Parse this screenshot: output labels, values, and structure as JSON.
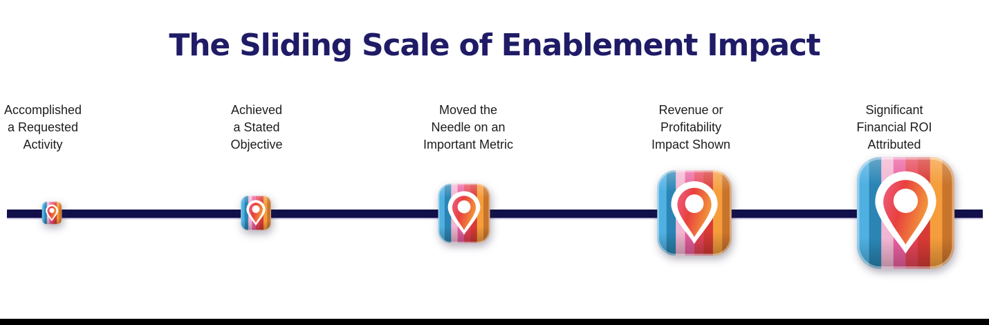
{
  "title": "The Sliding Scale of Enablement Impact",
  "milestones": [
    {
      "label": "Accomplished\na Requested\nActivity",
      "icon": "location-pin-icon",
      "size": "xs"
    },
    {
      "label": "Achieved\na Stated\nObjective",
      "icon": "location-pin-icon",
      "size": "sm"
    },
    {
      "label": "Moved the\nNeedle on an\nImportant Metric",
      "icon": "location-pin-icon",
      "size": "md"
    },
    {
      "label": "Revenue or\nProfitability\nImpact Shown",
      "icon": "location-pin-icon",
      "size": "lg"
    },
    {
      "label": "Significant\nFinancial ROI\nAttributed",
      "icon": "location-pin-icon",
      "size": "xl"
    }
  ],
  "colors": {
    "title": "#1f1b66",
    "label_text": "#1c1c1c",
    "timeline": "#11104a",
    "bottom_bar": "#000000",
    "pin_stripes": [
      "#4fb0e2",
      "#2a85b5",
      "#f2b6d2",
      "#ea5f9f",
      "#e64457",
      "#d83a35",
      "#f59d3b",
      "#c9742b"
    ],
    "pin_inner_gradient": [
      "#ef5f86",
      "#e8403e",
      "#f2953a"
    ]
  }
}
